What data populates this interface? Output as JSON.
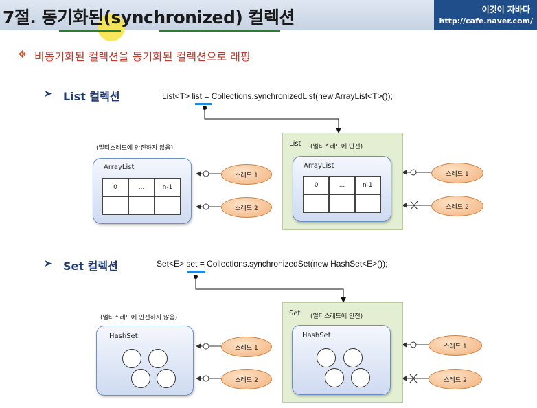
{
  "header": {
    "title": "7절. 동기화된(synchronized) 컬렉션",
    "brand_name": "이것이 자바다",
    "brand_url": "http://cafe.naver.com/"
  },
  "intro": {
    "bullet": "❖",
    "text": "비동기화된 컬렉션을 동기화된 컬렉션으로 래핑"
  },
  "list_section": {
    "arrow": "➤",
    "title": "List 컬렉션",
    "code": "List<T> list = Collections.synchronizedList(new ArrayList<T>());",
    "unsafe_note": "(멀티스레드에 안전하지 않음)",
    "safe_label": "List",
    "safe_note": "(멀티스레드에 안전)",
    "left_collection": "ArrayList",
    "right_collection": "ArrayList",
    "cells": [
      "0",
      "...",
      "n-1",
      "",
      "",
      ""
    ],
    "thread1": "스레드 1",
    "thread2": "스레드 2"
  },
  "set_section": {
    "arrow": "➤",
    "title": "Set 컬렉션",
    "code": "Set<E> set = Collections.synchronizedSet(new HashSet<E>());",
    "unsafe_note": "(멀티스레드에 안전하지 않음)",
    "safe_label": "Set",
    "safe_note": "(멀티스레드에 안전)",
    "left_collection": "HashSet",
    "right_collection": "HashSet",
    "thread1": "스레드 1",
    "thread2": "스레드 2"
  },
  "colors": {
    "header_bg": "#c6d3e3",
    "brand_bg": "#1f4e8a",
    "intro_text": "#c0392b",
    "section_title": "#1f3a6e",
    "safe_box": "#e3eed2",
    "thread_fill": "#f2b07c",
    "highlight_line": "#1e88e5"
  }
}
